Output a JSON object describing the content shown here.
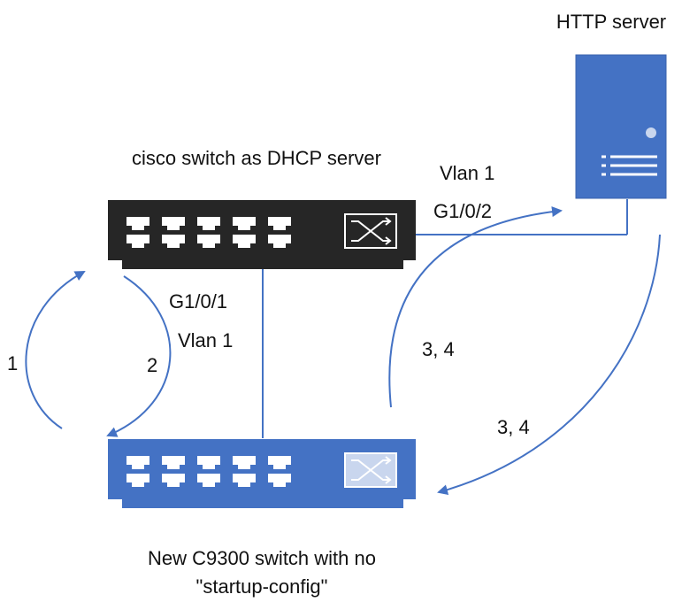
{
  "labels": {
    "http_server": "HTTP server",
    "dhcp_switch": "cisco switch as DHCP server",
    "vlan_top": "Vlan 1",
    "port_top": "G1/0/2",
    "port_mid": "G1/0/1",
    "vlan_mid": "Vlan 1",
    "step_1": "1",
    "step_2": "2",
    "step_34_left": "3, 4",
    "step_34_right": "3, 4",
    "new_switch_line1": "New C9300 switch with no",
    "new_switch_line2": "\"startup-config\""
  },
  "colors": {
    "accent_blue": "#4472c4",
    "dark_switch": "#262626",
    "server_blue": "#4472c4",
    "new_switch_blue": "#4472c4"
  },
  "icons": [
    "server-icon",
    "switch-icon",
    "switch-icon"
  ]
}
